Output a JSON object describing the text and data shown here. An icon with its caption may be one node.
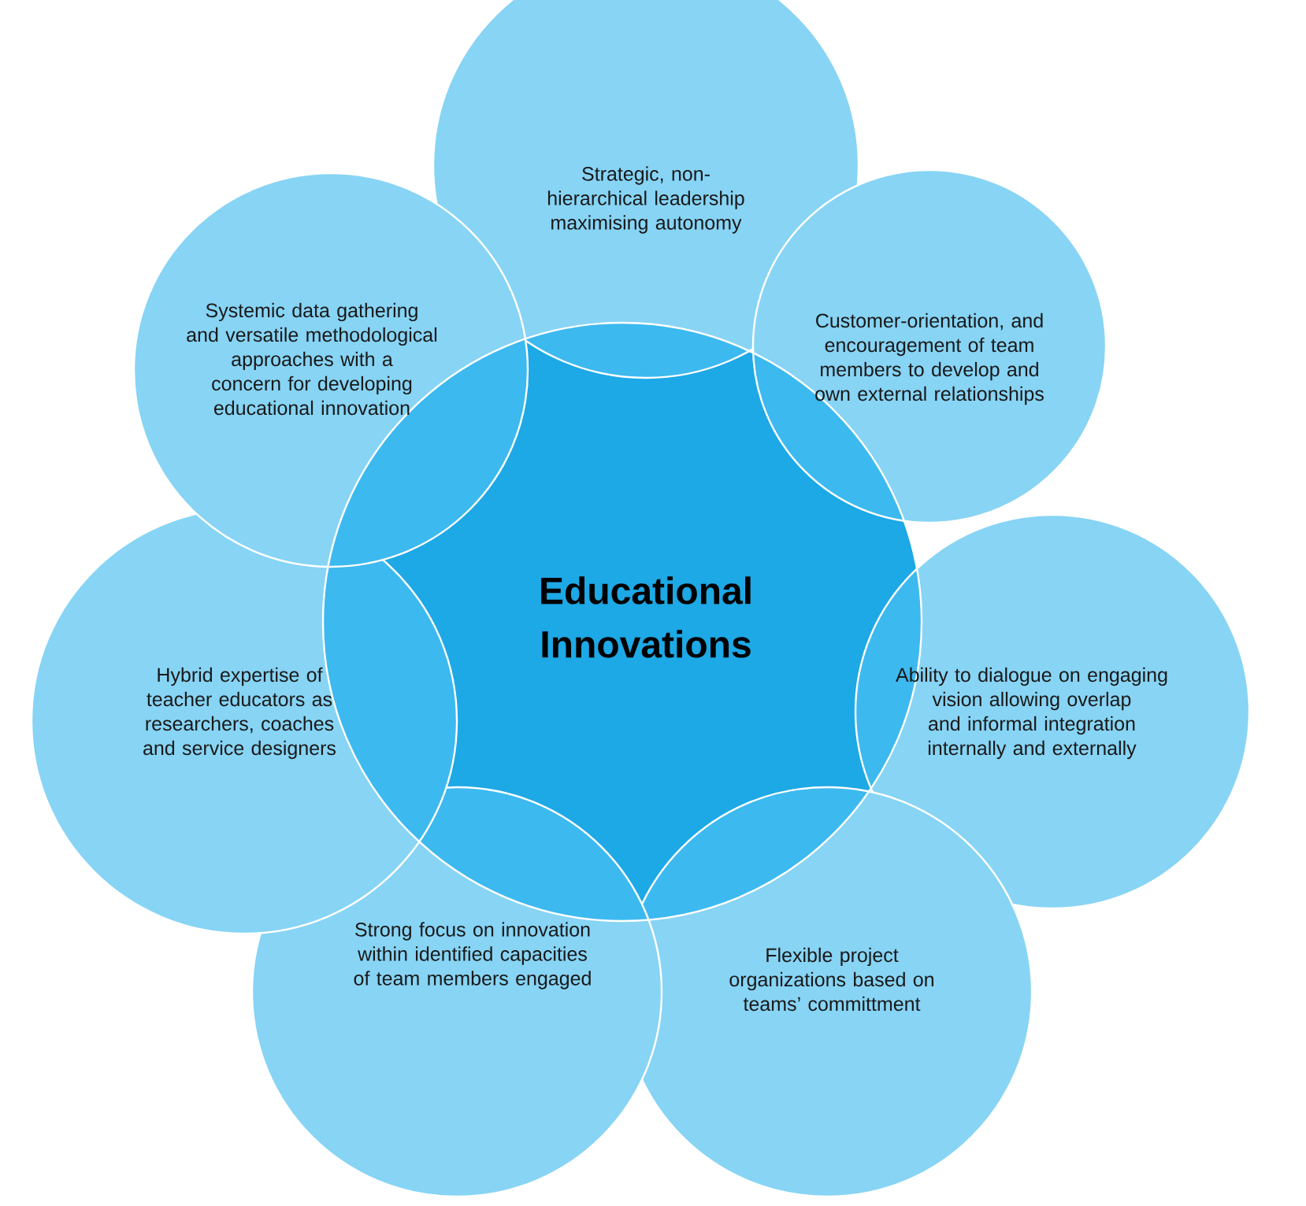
{
  "diagram": {
    "nodes": [
      {
        "text": [
          "Educational Innovations"
        ]
      },
      {
        "text": [
          "Strategic, non-hierarchical leadership maximising autonomy"
        ]
      },
      {
        "text": [
          "Customer-orientation, and encouragement of team members to develop and own external relationships"
        ]
      },
      {
        "text": [
          "Ability to dialogue on engaging vision allowing overlap and informal integration internally and externally"
        ]
      },
      {
        "text": [
          "Flexible project organizations based on teams’ committment"
        ]
      },
      {
        "text": [
          "Strong focus on innovation within identified capacities of team members engaged"
        ]
      },
      {
        "text": [
          "Hybrid expertise of teacher educators as researchers, coaches and service designers"
        ]
      },
      {
        "text": [
          "Systemic data gathering and versatile methodological approaches  with a concern for developing educational innovation"
        ]
      }
    ]
  }
}
